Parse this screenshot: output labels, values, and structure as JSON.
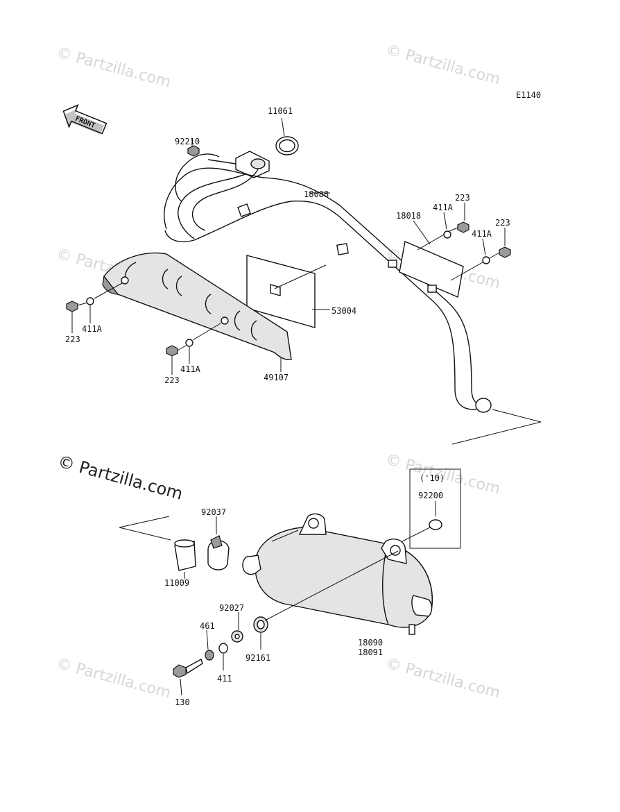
{
  "diagram_code": "E1140",
  "front_label": "FRONT",
  "watermark": "© Partzilla.com",
  "parts": {
    "p11061": "11061",
    "p92210": "92210",
    "p18088": "18088",
    "p18018": "18018",
    "p223_a": "223",
    "p411A_a": "411A",
    "p223_b": "223",
    "p411A_b": "411A",
    "p53004": "53004",
    "p223_c": "223",
    "p411A_c": "411A",
    "p223_d": "223",
    "p411A_d": "411A",
    "p49107": "49107",
    "p92037": "92037",
    "p11009": "11009",
    "p10_note": "('10)",
    "p92200": "92200",
    "p92027": "92027",
    "p461": "461",
    "p92161": "92161",
    "p411": "411",
    "p130": "130",
    "p18090": "18090",
    "p18091": "18091"
  }
}
